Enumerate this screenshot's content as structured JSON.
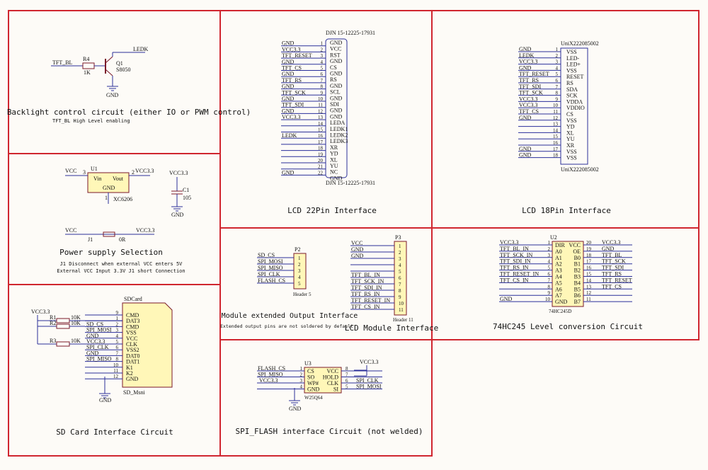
{
  "colors": {
    "frame": "#d0262f",
    "wire": "#2a2f9a",
    "part": "#7a1a2a",
    "body_fill": "#fff7b8",
    "text": "#111111"
  },
  "captions": {
    "backlight": "Backlight control circuit (either IO or PWM control)",
    "backlight_note": "TFT_BL High Level enabling",
    "lcd22": "LCD 22Pin Interface",
    "lcd18": "LCD 18Pin Interface",
    "power": "Power supply Selection",
    "power_note1": "J1 Disconnect when external VCC enters 5V",
    "power_note2": "External VCC Input 3.3V J1 short Connection",
    "module_out": "Module extended Output Interface",
    "module_out_note": "Extended output pins are not soldered by default",
    "lcd_module": "LCD Module Interface",
    "level_conv": "74HC245 Level conversion Circuit",
    "sdcard": "SD Card Interface Circuit",
    "spiflash": "SPI_FLASH interface Circuit (not welded)"
  },
  "backlight": {
    "net_in": "TFT_BL",
    "resistor_ref": "R4",
    "resistor_val": "1K",
    "transistor_ref": "Q1",
    "transistor_val": "S8050",
    "net_out": "LEDK",
    "gnd": "GND"
  },
  "power": {
    "reg_vin": "Vin",
    "reg_vout": "Vout",
    "reg_gnd": "GND",
    "reg_ref": "U1",
    "reg_val": "XC6206",
    "pin_in": "3",
    "pin_out": "2",
    "pin_gnd": "1",
    "vcc": "VCC",
    "vcc33": "VCC3.3",
    "gnd": "GND",
    "cap_vcc": "VCC3.3",
    "cap_ref": "C1",
    "cap_val": "105",
    "cap_gnd": "GND",
    "j1_vcc": "VCC",
    "j1_ref": "J1",
    "j1_val": "0R",
    "j1_vcc33": "VCC3.3"
  },
  "lcd22": {
    "part_top": "DJN 15-12225-17931",
    "part_bottom": "DJN 15-12225-17931",
    "nets": [
      "GND",
      "VCC3.3",
      "TFT_RESET",
      "GND",
      "TFT_CS",
      "GND",
      "TFT_RS",
      "GND",
      "TFT_SCK",
      "GND",
      "TFT_SDI",
      "GND",
      "VCC3.3",
      "",
      "",
      "LEDK",
      "",
      "",
      "",
      "",
      "",
      "GND"
    ],
    "pins": [
      "GND",
      "VCC",
      "RST",
      "GND",
      "CS",
      "GND",
      "RS",
      "GND",
      "SCL",
      "GND",
      "SDI",
      "GND",
      "GND",
      "LEDA",
      "LEDK1",
      "LEDK2",
      "LEDK3",
      "XR",
      "YD",
      "XL",
      "YU",
      "NC",
      "GND"
    ]
  },
  "lcd18": {
    "part_top": "UniX222085002",
    "part_bottom": "UniX222085002",
    "nets": [
      "GND",
      "LEDK",
      "VCC3.3",
      "GND",
      "TFT_RESET",
      "TFT_RS",
      "TFT_SDI",
      "TFT_SCK",
      "VCC3.3",
      "VCC3.3",
      "TFT_CS",
      "GND",
      "",
      "",
      "",
      "",
      "GND",
      "GND"
    ],
    "pins": [
      "VSS",
      "LED-",
      "LED+",
      "VSS",
      "RESET",
      "RS",
      "SDA",
      "SCK",
      "VDDA",
      "VDDIO",
      "CS",
      "VSS",
      "YD",
      "XL",
      "YU",
      "XR",
      "VSS",
      "VSS"
    ]
  },
  "p2": {
    "ref": "P2",
    "name": "Header 5",
    "nets": [
      "SD_CS",
      "SPI_MOSI",
      "SPI_MISO",
      "SPI_CLK",
      "FLASH_CS"
    ]
  },
  "p3": {
    "ref": "P3",
    "name": "Header 11",
    "nets": [
      "VCC",
      "GND",
      "GND",
      "",
      "",
      "TFT_BL_IN",
      "TFT_SCK_IN",
      "TFT_SDI_IN",
      "TFT_RS_IN",
      "TFT_RESET_IN",
      "TFT_CS_IN"
    ]
  },
  "u2": {
    "ref": "U2",
    "name": "74HC245D",
    "left_nets": [
      "VCC3.3",
      "TFT_BL_IN",
      "TFT_SCK_IN",
      "TFT_SDI_IN",
      "TFT_RS_IN",
      "TFT_RESET_IN",
      "TFT_CS_IN",
      "",
      "",
      "GND"
    ],
    "left_pins": [
      "DIR",
      "A0",
      "A1",
      "A2",
      "A3",
      "A4",
      "A5",
      "A6",
      "A7",
      "GND"
    ],
    "right_pins": [
      "VCC",
      "OE",
      "B0",
      "B1",
      "B2",
      "B3",
      "B4",
      "B5",
      "B6",
      "B7"
    ],
    "right_nets": [
      "VCC3.3",
      "GND",
      "TFT_BL",
      "TFT_SCK",
      "TFT_SDI",
      "TFT_RS",
      "TFT_RESET",
      "TFT_CS",
      "",
      ""
    ]
  },
  "sd": {
    "title": "SDCard",
    "name": "SD_Msni",
    "vcc": "VCC3.3",
    "gnd": "GND",
    "r1": "R1",
    "r2": "R2",
    "r3": "R3",
    "rv": "10K",
    "rows": [
      {
        "n": "9",
        "pin": "CMD",
        "net": ""
      },
      {
        "n": "1",
        "pin": "DAT3",
        "net": ""
      },
      {
        "n": "2",
        "pin": "CMD",
        "net": "SD_CS"
      },
      {
        "n": "3",
        "pin": "VSS",
        "net": "SPI_MOSI"
      },
      {
        "n": "4",
        "pin": "VCC",
        "net": "GND"
      },
      {
        "n": "5",
        "pin": "CLK",
        "net": "VCC3.3"
      },
      {
        "n": "6",
        "pin": "VSS2",
        "net": "SPI_CLK"
      },
      {
        "n": "7",
        "pin": "DAT0",
        "net": "GND"
      },
      {
        "n": "8",
        "pin": "DAT1",
        "net": "SPI_MISO"
      },
      {
        "n": "10",
        "pin": "K1",
        "net": ""
      },
      {
        "n": "11",
        "pin": "K2",
        "net": ""
      },
      {
        "n": "12",
        "pin": "GND",
        "net": ""
      }
    ]
  },
  "u3": {
    "ref": "U3",
    "name": "W25Q64",
    "vcc": "VCC3.3",
    "gnd": "GND",
    "left": [
      {
        "n": "1",
        "pin": "CS",
        "net": "FLASH_CS"
      },
      {
        "n": "2",
        "pin": "SO",
        "net": "SPI_MISO"
      },
      {
        "n": "3",
        "pin": "WP#",
        "net": "VCC3.3"
      },
      {
        "n": "4",
        "pin": "GND",
        "net": ""
      }
    ],
    "right": [
      {
        "n": "8",
        "pin": "VCC",
        "net": ""
      },
      {
        "n": "7",
        "pin": "HOLD",
        "net": ""
      },
      {
        "n": "6",
        "pin": "CLK",
        "net": "SPI_CLK"
      },
      {
        "n": "5",
        "pin": "SI",
        "net": "SPI_MOSI"
      }
    ]
  }
}
